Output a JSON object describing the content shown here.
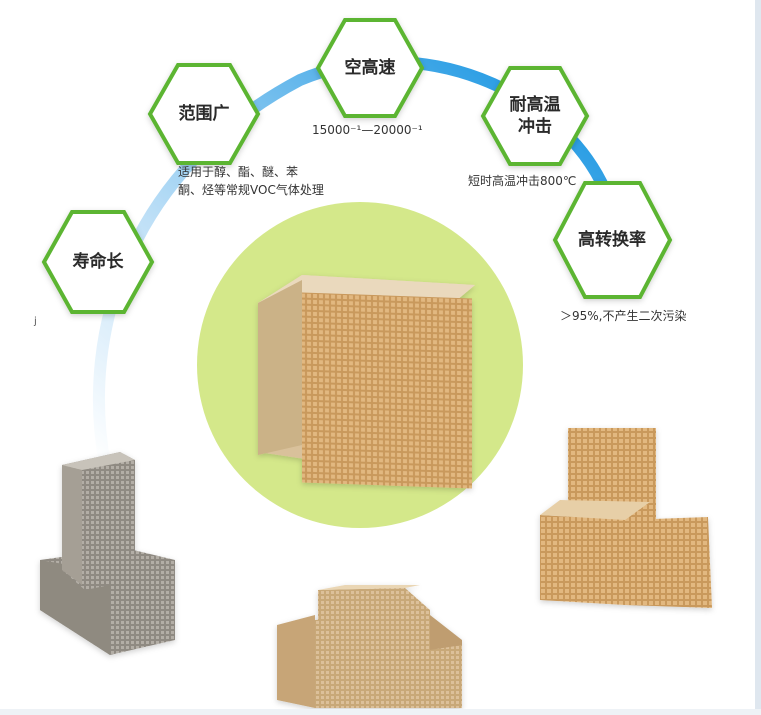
{
  "features": [
    {
      "id": "life",
      "title": "寿命长",
      "desc_lines": [],
      "accent": "#5cb531"
    },
    {
      "id": "range",
      "title": "范围广",
      "desc_lines": [
        "适用于醇、酯、醚、苯",
        "酮、烃等常规VOC气体处理"
      ],
      "accent": "#5cb531"
    },
    {
      "id": "speed",
      "title": "空高速",
      "desc_lines": [
        "15000⁻¹—20000⁻¹"
      ],
      "accent": "#5cb531"
    },
    {
      "id": "heat",
      "title_lines": [
        "耐高温",
        "冲击"
      ],
      "desc_lines": [
        "短时高温冲击800℃"
      ],
      "accent": "#5cb531"
    },
    {
      "id": "conversion",
      "title": "高转换率",
      "desc_lines": [
        "＞95%,不产生二次污染"
      ],
      "accent": "#5cb531"
    }
  ],
  "stray_mark": "j",
  "colors": {
    "arc_start": "#eef6fc",
    "arc_end": "#0a8fe0",
    "center_disc": "#d4e88a",
    "hex_border": "#5cb531",
    "block_light": "#d8c4a2",
    "block_dark": "#b88e55",
    "block_grey": "#9e9a93"
  }
}
